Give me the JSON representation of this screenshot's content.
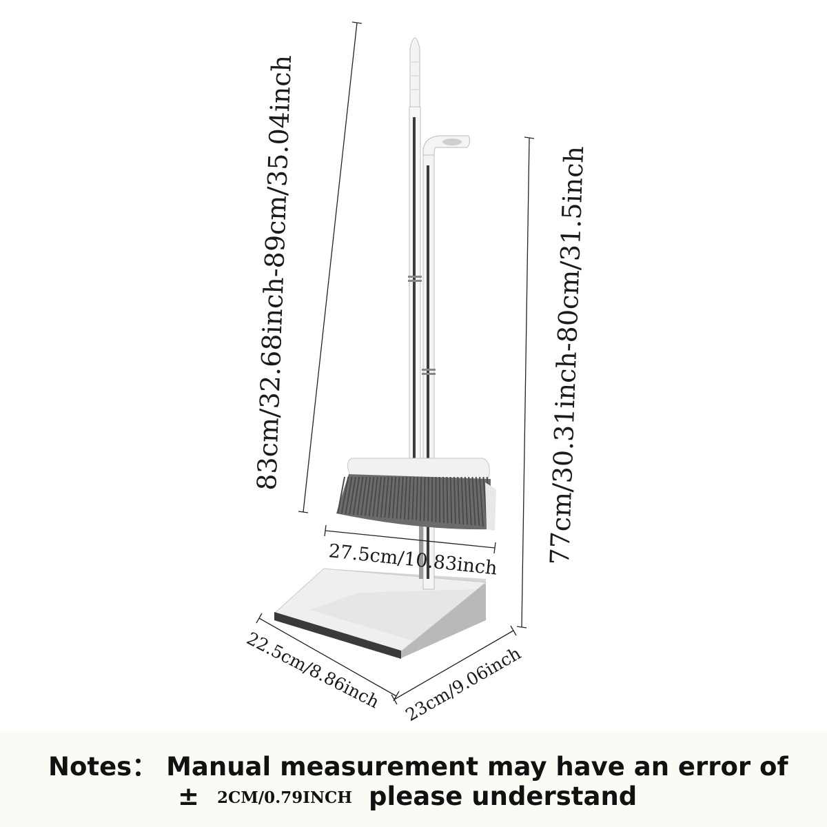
{
  "dimensions": {
    "total_height": "83cm/32.68inch-89cm/35.04inch",
    "dustpan_height": "77cm/30.31inch-80cm/31.5inch",
    "broom_width": "27.5cm/10.83inch",
    "dustpan_width": "22.5cm/8.86inch",
    "dustpan_depth": "23cm/9.06inch"
  },
  "notes": {
    "line1": "Notes： Manual measurement may have an error of",
    "plus_minus": "±",
    "tolerance": "2CM/0.79INCH",
    "line2_tail": "please understand"
  },
  "colors": {
    "bristles": "#6b6b6b",
    "plastic": "#f1f1ef",
    "dustpan_side": "#b9b9b7",
    "dustpan_lip": "#3a3a3a",
    "handle_stripe": "#3c3c3c"
  }
}
